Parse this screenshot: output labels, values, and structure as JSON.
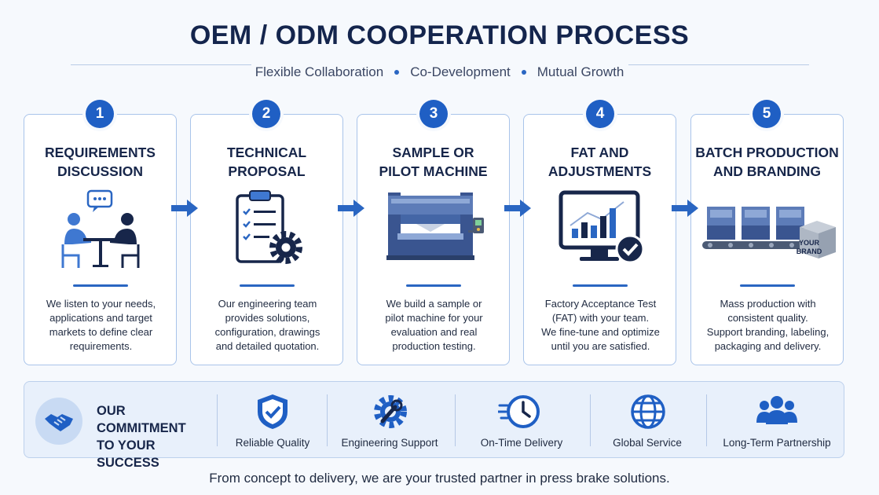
{
  "header": {
    "title": "OEM / ODM COOPERATION PROCESS",
    "subtitle": [
      "Flexible Collaboration",
      "Co-Development",
      "Mutual Growth"
    ]
  },
  "steps": [
    {
      "number": "1",
      "title_line1": "REQUIREMENTS",
      "title_line2": "DISCUSSION",
      "desc": [
        "We listen to your needs,",
        "applications and target",
        "markets to define clear",
        "requirements."
      ]
    },
    {
      "number": "2",
      "title_line1": "TECHNICAL",
      "title_line2": "PROPOSAL",
      "desc": [
        "Our engineering team",
        "provides solutions,",
        "configuration, drawings",
        "and detailed quotation."
      ]
    },
    {
      "number": "3",
      "title_line1": "SAMPLE OR",
      "title_line2": "PILOT MACHINE",
      "desc": [
        "We build a sample or",
        "pilot machine for your",
        "evaluation and real",
        "production testing."
      ]
    },
    {
      "number": "4",
      "title_line1": "FAT AND",
      "title_line2": "ADJUSTMENTS",
      "desc": [
        "Factory Acceptance Test",
        "(FAT) with your team.",
        "We fine-tune and optimize",
        "until you are satisfied."
      ]
    },
    {
      "number": "5",
      "title_line1": "BATCH PRODUCTION",
      "title_line2": "AND BRANDING",
      "desc": [
        "Mass production with",
        "consistent quality.",
        "Support branding, labeling,",
        "packaging and delivery."
      ],
      "box_label_line1": "YOUR",
      "box_label_line2": "BRAND"
    }
  ],
  "commitment": {
    "title_line1": "OUR COMMITMENT",
    "title_line2": "TO YOUR SUCCESS",
    "items": [
      {
        "label": "Reliable Quality",
        "icon": "shield-check-icon"
      },
      {
        "label": "Engineering Support",
        "icon": "gear-wrench-icon"
      },
      {
        "label": "On-Time Delivery",
        "icon": "fast-clock-icon"
      },
      {
        "label": "Global Service",
        "icon": "globe-icon"
      },
      {
        "label": "Long-Term Partnership",
        "icon": "team-icon"
      }
    ]
  },
  "footer": "From concept to delivery, we are your trusted partner in press brake solutions.",
  "colors": {
    "primary": "#1f5fc4",
    "dark_navy": "#14254d",
    "light_blue": "#a9c4ea",
    "background": "#f6f9fd"
  }
}
